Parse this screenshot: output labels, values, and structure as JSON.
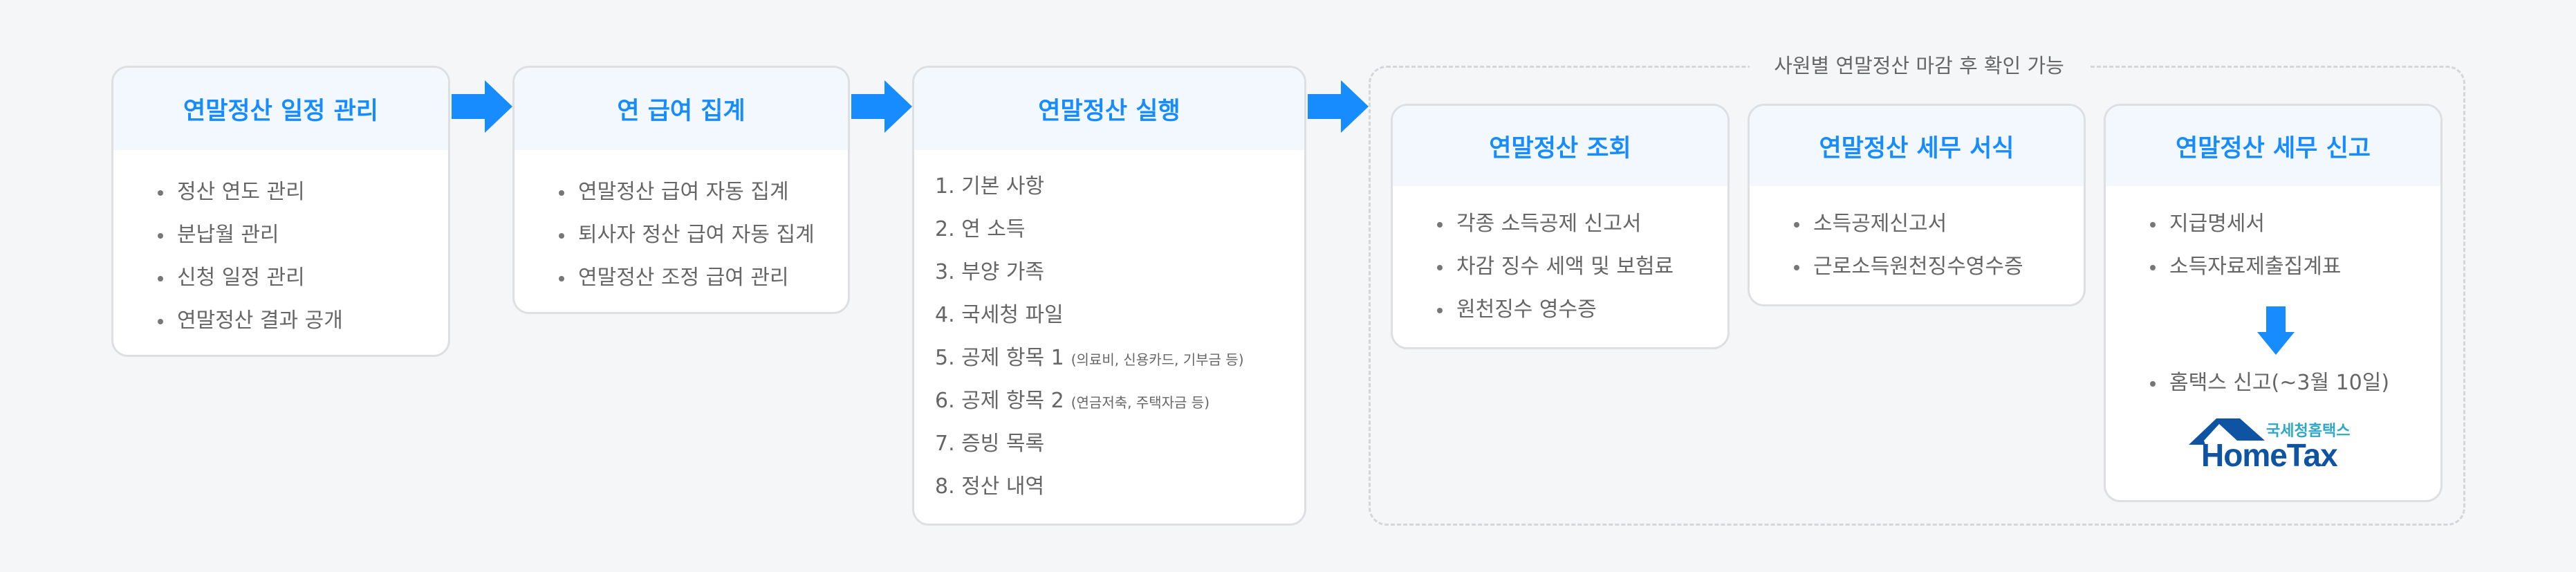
{
  "steps": [
    {
      "title": "연말정산 일정 관리",
      "items": [
        "정산 연도 관리",
        "분납월 관리",
        "신청 일정 관리",
        "연말정산 결과 공개"
      ]
    },
    {
      "title": "연 급여 집계",
      "items": [
        "연말정산 급여 자동 집계",
        "퇴사자 정산 급여 자동 집계",
        "연말정산 조정 급여 관리"
      ]
    },
    {
      "title": "연말정산 실행",
      "items": [
        {
          "label": "1. 기본 사항"
        },
        {
          "label": "2. 연 소득"
        },
        {
          "label": "3. 부양 가족"
        },
        {
          "label": "4. 국세청 파일"
        },
        {
          "label": "5. 공제 항목 1",
          "note": "(의료비, 신용카드, 기부금 등)"
        },
        {
          "label": "6. 공제 항목 2",
          "note": "(연금저축, 주택자금 등)"
        },
        {
          "label": "7. 증빙 목록"
        },
        {
          "label": "8. 정산 내역"
        }
      ]
    }
  ],
  "group": {
    "label": "사원별 연말정산 마감 후 확인 가능",
    "cards": [
      {
        "title": "연말정산 조회",
        "items": [
          "각종 소득공제 신고서",
          "차감 징수 세액 및 보험료",
          "원천징수 영수증"
        ]
      },
      {
        "title": "연말정산 세무 서식",
        "items": [
          "소득공제신고서",
          "근로소득원천징수영수증"
        ]
      },
      {
        "title": "연말정산 세무 신고",
        "items": [
          "지급명세서",
          "소득자료제출집계표"
        ],
        "final_item": "홈택스 신고(~3월 10일)",
        "logo_en": "HomeTax",
        "logo_ko": "국세청홈택스"
      }
    ]
  },
  "colors": {
    "accent": "#168cff",
    "logo": "#0f53a3",
    "logo_sub": "#2fa8c8"
  }
}
